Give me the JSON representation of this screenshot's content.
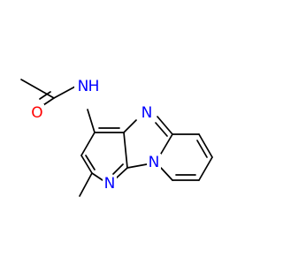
{
  "molecule": {
    "atoms": {
      "n_amide": {
        "symbol": "N",
        "h_count": 1,
        "h_label": "H",
        "color": "#0000ff"
      },
      "o_carbonyl": {
        "symbol": "O",
        "color": "#ff0000"
      },
      "n_imidazole": {
        "symbol": "N",
        "color": "#0000ff"
      },
      "n_pyridine": {
        "symbol": "N",
        "color": "#0000ff"
      },
      "n_bridgehead": {
        "symbol": "N",
        "color": "#0000ff"
      }
    },
    "bond_color": "#000000",
    "background": "#ffffff"
  }
}
